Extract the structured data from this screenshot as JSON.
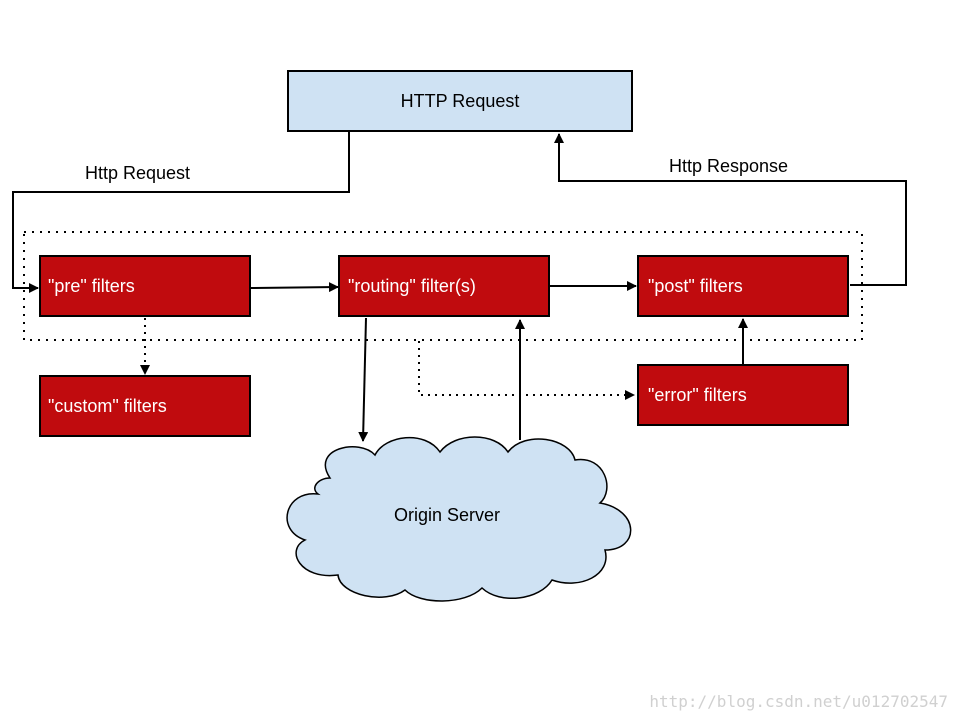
{
  "diagram": {
    "http_request_box": "HTTP Request",
    "edge_http_request": "Http Request",
    "edge_http_response": "Http Response",
    "pre_filters": "\"pre\" filters",
    "routing_filters": "\"routing\" filter(s)",
    "post_filters": "\"post\" filters",
    "custom_filters": "\"custom\" filters",
    "error_filters": "\"error\" filters",
    "origin_server": "Origin Server"
  },
  "watermark": "http://blog.csdn.net/u012702547",
  "colors": {
    "filter_box": "#c00b0e",
    "request_box": "#cfe2f3",
    "cloud": "#cfe2f3"
  }
}
